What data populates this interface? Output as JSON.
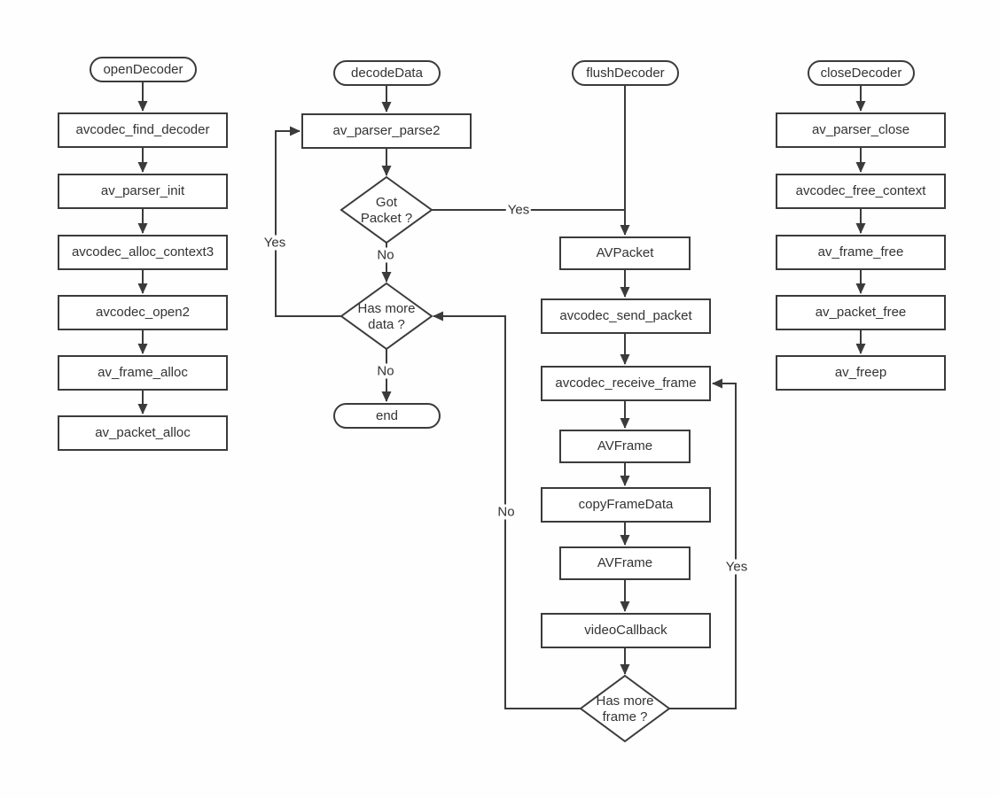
{
  "colors": {
    "line": "#3b3b3b",
    "text": "#333333",
    "background": "#fefefe",
    "node_fill": "#ffffff"
  },
  "open_decoder": {
    "start": "openDecoder",
    "steps": [
      "avcodec_find_decoder",
      "av_parser_init",
      "avcodec_alloc_context3",
      "avcodec_open2",
      "av_frame_alloc",
      "av_packet_alloc"
    ]
  },
  "decode_data": {
    "start": "decodeData",
    "parse": "av_parser_parse2",
    "got_packet": "Got Packet ?",
    "has_more_data": "Has more data ?",
    "end": "end"
  },
  "flush_decoder": {
    "start": "flushDecoder",
    "avpacket": "AVPacket",
    "send_packet": "avcodec_send_packet",
    "receive_frame": "avcodec_receive_frame",
    "avframe_in": "AVFrame",
    "copy_frame_data": "copyFrameData",
    "avframe_out": "AVFrame",
    "video_callback": "videoCallback",
    "has_more_frame": "Has more frame ?"
  },
  "close_decoder": {
    "start": "closeDecoder",
    "steps": [
      "av_parser_close",
      "avcodec_free_context",
      "av_frame_free",
      "av_packet_free",
      "av_freep"
    ]
  },
  "edge_labels": {
    "got_packet_yes": "Yes",
    "got_packet_no": "No",
    "has_more_data_yes": "Yes",
    "has_more_data_no": "No",
    "has_more_frame_yes": "Yes",
    "has_more_frame_no": "No"
  }
}
